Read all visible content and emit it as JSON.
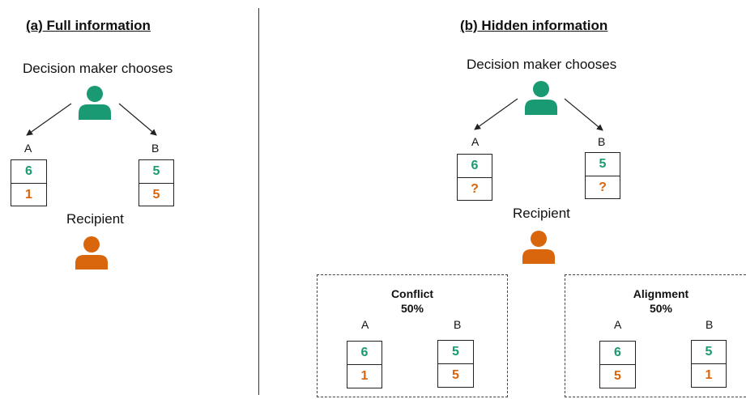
{
  "colors": {
    "decision_maker": "#1a9a72",
    "recipient": "#d9650c"
  },
  "icons": {
    "decision_maker": "person-icon",
    "recipient": "person-icon"
  },
  "panel_a": {
    "title": "(a) Full information",
    "decision_maker_label": "Decision maker chooses",
    "recipient_label": "Recipient",
    "option_a": {
      "label": "A",
      "dm_payoff": "6",
      "recipient_payoff": "1"
    },
    "option_b": {
      "label": "B",
      "dm_payoff": "5",
      "recipient_payoff": "5"
    }
  },
  "panel_b": {
    "title": "(b) Hidden information",
    "decision_maker_label": "Decision maker chooses",
    "recipient_label": "Recipient",
    "option_a": {
      "label": "A",
      "dm_payoff": "6",
      "recipient_payoff": "?"
    },
    "option_b": {
      "label": "B",
      "dm_payoff": "5",
      "recipient_payoff": "?"
    },
    "conflict": {
      "title": "Conflict",
      "probability": "50%",
      "option_a": {
        "label": "A",
        "dm_payoff": "6",
        "recipient_payoff": "1"
      },
      "option_b": {
        "label": "B",
        "dm_payoff": "5",
        "recipient_payoff": "5"
      }
    },
    "alignment": {
      "title": "Alignment",
      "probability": "50%",
      "option_a": {
        "label": "A",
        "dm_payoff": "6",
        "recipient_payoff": "5"
      },
      "option_b": {
        "label": "B",
        "dm_payoff": "5",
        "recipient_payoff": "1"
      }
    }
  }
}
